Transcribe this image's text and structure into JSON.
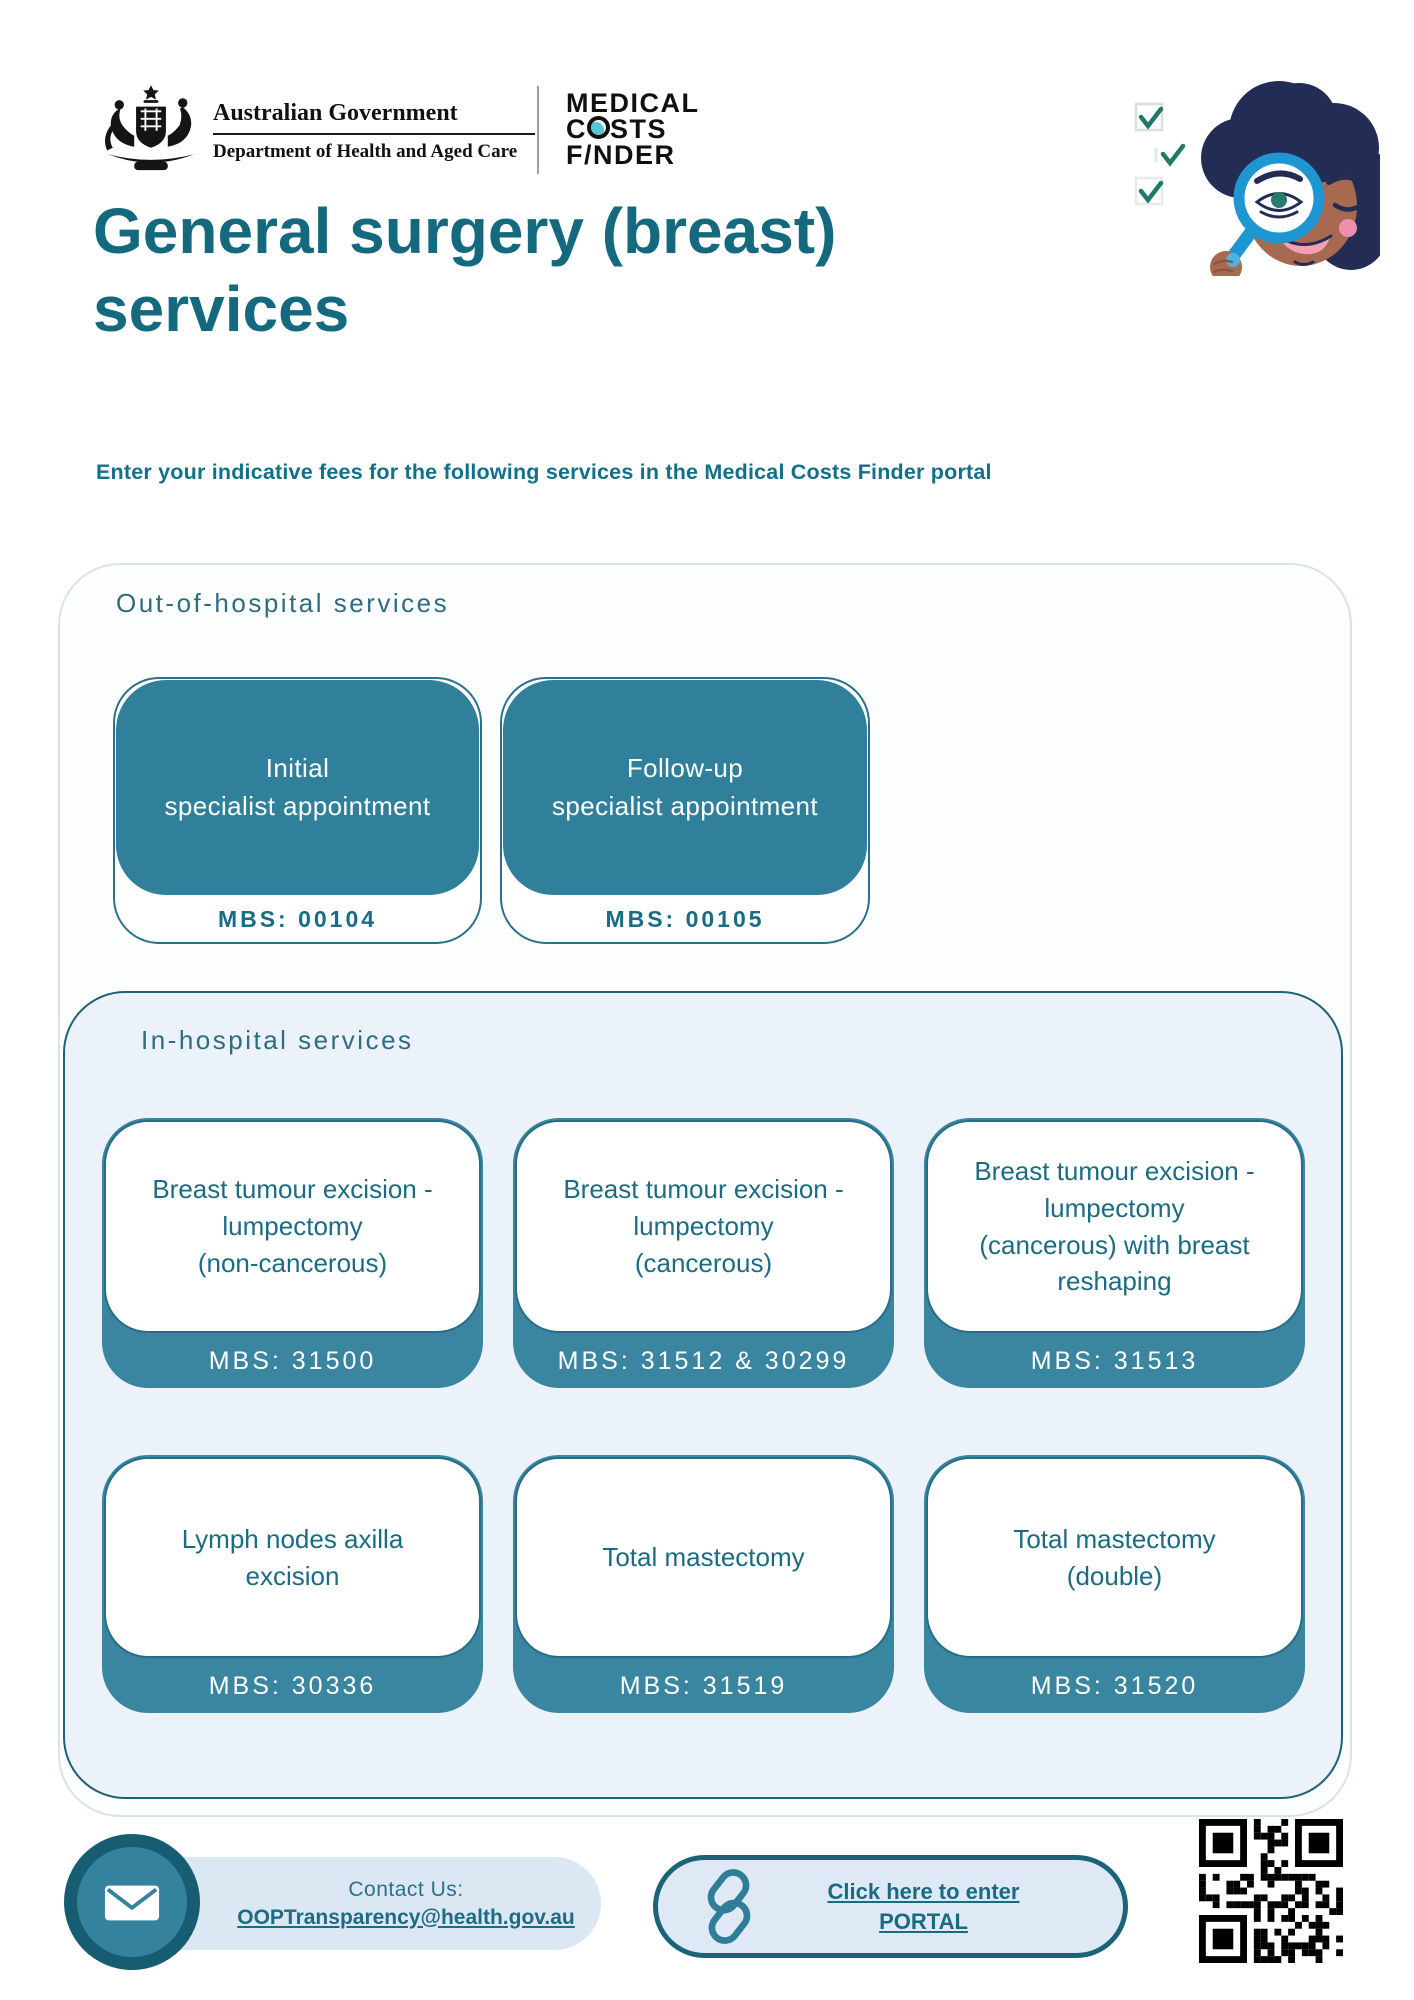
{
  "header": {
    "gov_title": "Australian Government",
    "gov_dept": "Department of Health and Aged Care",
    "mcf_logo": {
      "line1": "MEDICAL",
      "line2_pre": "C",
      "line2_post": "STS",
      "line3": "F/NDER"
    }
  },
  "title": "General surgery (breast) services",
  "subtitle": "Enter your indicative fees for the following services in the Medical Costs Finder portal",
  "out_of_hospital": {
    "heading": "Out-of-hospital services",
    "cards": [
      {
        "name": "Initial\nspecialist appointment",
        "mbs": "MBS: 00104"
      },
      {
        "name": "Follow-up\nspecialist appointment",
        "mbs": "MBS: 00105"
      }
    ]
  },
  "in_hospital": {
    "heading": "In-hospital services",
    "cards": [
      {
        "name": "Breast tumour excision -\nlumpectomy\n(non-cancerous)",
        "mbs": "MBS: 31500"
      },
      {
        "name": "Breast tumour excision -\nlumpectomy\n(cancerous)",
        "mbs": "MBS: 31512 & 30299"
      },
      {
        "name": "Breast tumour excision -\nlumpectomy\n(cancerous) with breast\nreshaping",
        "mbs": "MBS: 31513"
      },
      {
        "name": "Lymph nodes axilla\nexcision",
        "mbs": "MBS: 30336"
      },
      {
        "name": "Total mastectomy",
        "mbs": "MBS: 31519"
      },
      {
        "name": "Total mastectomy\n(double)",
        "mbs": "MBS: 31520"
      }
    ]
  },
  "footer": {
    "contact_label": "Contact Us:",
    "contact_email": "OOPTransparency@health.gov.au",
    "portal_line1": "Click here to enter",
    "portal_line2": "PORTAL"
  },
  "icons": {
    "email": "envelope-icon",
    "portal": "chain-link-icon",
    "qr": "qr-code",
    "illustration": "woman-with-magnifying-glass-illustration",
    "crest": "australian-coat-of-arms"
  },
  "colors": {
    "card_teal": "#31809B",
    "card_teal_in_hospital": "#3A85A0",
    "text_teal": "#15697F",
    "border_teal_dark": "#1D6378",
    "inner_box_fill": "#ECF2FA",
    "pill_fill": "#DCE7F4",
    "logo_dot_teal": "#56C5D6",
    "magnifier_blue": "#1E96D2",
    "check_green": "#1F7A6B"
  }
}
